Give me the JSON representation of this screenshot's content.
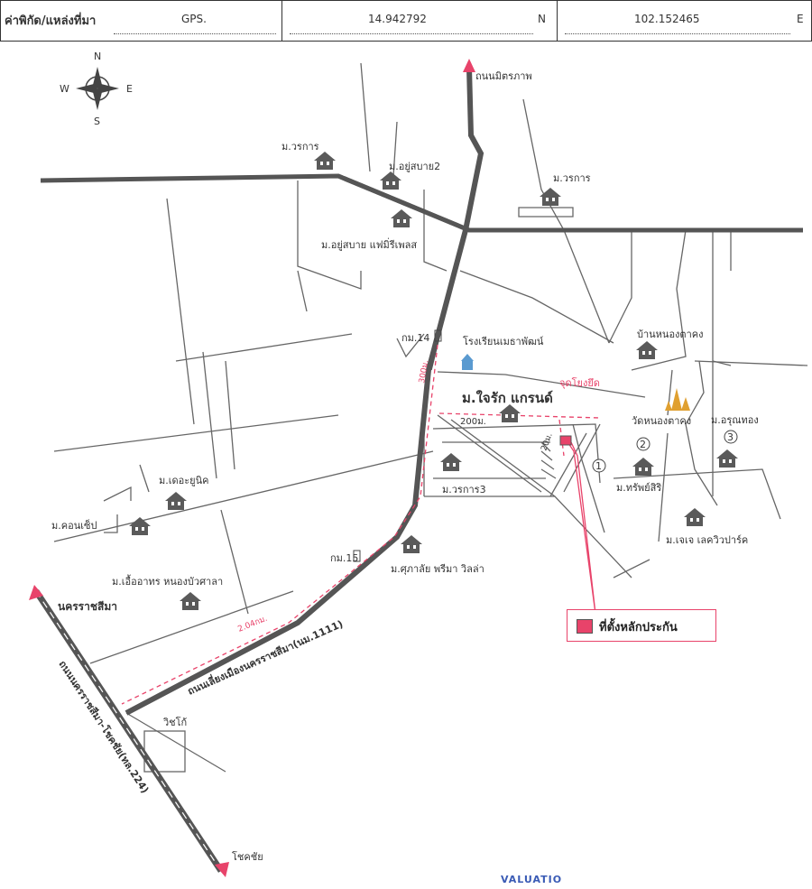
{
  "header": {
    "coord_label": "ค่าพิกัด/แหล่งที่มา",
    "source": "GPS.",
    "latitude": "14.942792",
    "lat_unit": "N",
    "longitude": "102.152465",
    "lon_unit": "E"
  },
  "compass": {
    "n": "N",
    "s": "S",
    "e": "E",
    "w": "W"
  },
  "roads": {
    "friendship": "ถนนมิตรภาพ",
    "bypass": "ถนนเลี่ยงเมืองนครราชสีมา(นม.1111)",
    "highway224": "ถนนนครราชสีมา-โชคชัย(ทล.224)"
  },
  "places": {
    "korat": "นครราชสีมา",
    "chokchai": "โชคชัย",
    "km14": "กม.14",
    "km15": "กม.15",
    "school": "โรงเรียนเมธาพัฒน์",
    "village_ban": "บ้านหนองตาคง",
    "temple": "วัดหนองตาคง",
    "checkpoint": "จุดโยงยึด",
    "vichai": "วิชโก้"
  },
  "villages": {
    "worakan1": "ม.วรการ",
    "yusabai2": "ม.อยู่สบาย2",
    "worakan2": "ม.วรการ",
    "yusabai_family": "ม.อยู่สบาย แฟมิ่รีเพลส",
    "jairak": "ม.ใจรัก แกรนด์",
    "arunthong": "ม.อรุณทอง",
    "sabsiri": "ม.ทรัพย์สิริ",
    "jj": "ม.เจเจ เลควิวปาร์ค",
    "worakan3": "ม.วรการ3",
    "supalai": "ม.ศุภาลัย พรีมา วิลล่า",
    "unique": "ม.เดอะยูนิค",
    "condo": "ม.คอนเซ็ป",
    "euaarthorn": "ม.เอื้ออาทร หนองบัวศาลา"
  },
  "distances": {
    "d300": "300ม.",
    "d200": "200ม.",
    "d20": "20ม.",
    "d204": "2.04กม."
  },
  "markers": {
    "m1": "1",
    "m2": "2",
    "m3": "3"
  },
  "legend": {
    "collateral": "ที่ตั้งหลักประกัน"
  },
  "stamp": "VALUATIO",
  "colors": {
    "accent": "#e8436a",
    "legend_fill": "#e8436a",
    "road": "#555555"
  }
}
